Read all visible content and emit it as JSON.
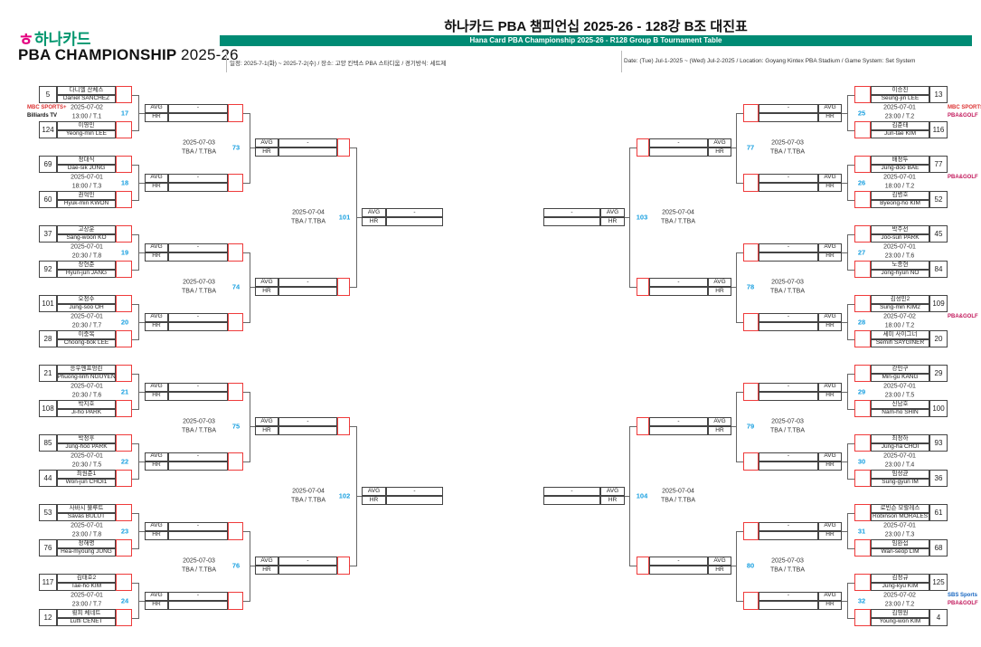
{
  "header": {
    "brand_icon": "ㅎ",
    "brand_name": "하나카드",
    "championship": "PBA CHAMPIONSHIP",
    "championship_year": "2025-26",
    "title_kr": "하나카드 PBA 챔피언십 2025-26 - 128강 B조 대진표",
    "title_en": "Hana Card PBA Championship 2025-26 - R128 Group B Tournament Table",
    "info_kr": "일정: 2025-7-1(화) ~ 2025-7-2(수) / 장소: 고양 킨텍스 PBA 스타디움 / 경기방식: 세트제",
    "info_en": "Date: (Tue) Jul-1-2025 ~ (Wed) Jul-2-2025 / Location: Goyang Kintex PBA Stadium / Game System: Set System",
    "brand_color": "#008b74"
  },
  "labels": {
    "avg": "AVG",
    "hr": "HR",
    "avg_value": "-"
  },
  "colors": {
    "match_number": "#1aa0e0",
    "score_border": "#ee3b3b"
  },
  "sides": [
    {
      "r1": [
        {
          "no": "17",
          "date": "2025-07-02",
          "time": "13:00 / T.1",
          "broadcasters": [
            "MBC SPORTS+",
            "Billiards TV"
          ],
          "players": [
            {
              "seed": "5",
              "name_kr": "다니엘 산체스",
              "name_en": "Daniel SANCHEZ"
            },
            {
              "seed": "124",
              "name_kr": "이영민",
              "name_en": "Yeong-min LEE"
            }
          ]
        },
        {
          "no": "18",
          "date": "2025-07-01",
          "time": "18:00 / T.3",
          "broadcasters": [],
          "players": [
            {
              "seed": "69",
              "name_kr": "정대식",
              "name_en": "Dae-sik JUNG"
            },
            {
              "seed": "60",
              "name_kr": "권혁민",
              "name_en": "Hyuk-min KWON"
            }
          ]
        },
        {
          "no": "19",
          "date": "2025-07-01",
          "time": "20:30 / T.8",
          "broadcasters": [],
          "players": [
            {
              "seed": "37",
              "name_kr": "고상운",
              "name_en": "Sang-woon KO"
            },
            {
              "seed": "92",
              "name_kr": "장현준",
              "name_en": "Hyun-jun JANG"
            }
          ]
        },
        {
          "no": "20",
          "date": "2025-07-01",
          "time": "20:30 / T.7",
          "broadcasters": [],
          "players": [
            {
              "seed": "101",
              "name_kr": "오정수",
              "name_en": "Jung-soo OH"
            },
            {
              "seed": "28",
              "name_kr": "이충복",
              "name_en": "Choong-bok LEE"
            }
          ]
        },
        {
          "no": "21",
          "date": "2025-07-01",
          "time": "20:30 / T.6",
          "broadcasters": [],
          "players": [
            {
              "seed": "21",
              "name_kr": "응우옌프엉린",
              "name_en": "Phuong-linh NGUYEN"
            },
            {
              "seed": "108",
              "name_kr": "박지호",
              "name_en": "Ji-ho PARK"
            }
          ]
        },
        {
          "no": "22",
          "date": "2025-07-01",
          "time": "20:30 / T.5",
          "broadcasters": [],
          "players": [
            {
              "seed": "85",
              "name_kr": "박정후",
              "name_en": "Jung-hoo PARK"
            },
            {
              "seed": "44",
              "name_kr": "최원준1",
              "name_en": "Won-jun CHOI1"
            }
          ]
        },
        {
          "no": "23",
          "date": "2025-07-01",
          "time": "23:00 / T.8",
          "broadcasters": [],
          "players": [
            {
              "seed": "53",
              "name_kr": "사바시 불루트",
              "name_en": "Savas BULUT"
            },
            {
              "seed": "76",
              "name_kr": "정해명",
              "name_en": "Hea-myoung JUNG"
            }
          ]
        },
        {
          "no": "24",
          "date": "2025-07-01",
          "time": "23:00 / T.7",
          "broadcasters": [],
          "players": [
            {
              "seed": "117",
              "name_kr": "김태호2",
              "name_en": "Tae-ho KIM"
            },
            {
              "seed": "12",
              "name_kr": "륏피 체네트",
              "name_en": "Lutfi CENET"
            }
          ]
        }
      ],
      "r2": [
        {
          "no": "73",
          "date": "2025-07-03",
          "time": "TBA / T.TBA"
        },
        {
          "no": "74",
          "date": "2025-07-03",
          "time": "TBA / T.TBA"
        },
        {
          "no": "75",
          "date": "2025-07-03",
          "time": "TBA / T.TBA"
        },
        {
          "no": "76",
          "date": "2025-07-03",
          "time": "TBA / T.TBA"
        }
      ],
      "r3": [
        {
          "no": "101",
          "date": "2025-07-04",
          "time": "TBA / T.TBA"
        },
        {
          "no": "102",
          "date": "2025-07-04",
          "time": "TBA / T.TBA"
        }
      ]
    },
    {
      "r1": [
        {
          "no": "25",
          "date": "2025-07-01",
          "time": "23:00 / T.2",
          "broadcasters": [
            "MBC SPORTS+",
            "PBA&GOLF"
          ],
          "players": [
            {
              "seed": "13",
              "name_kr": "이승진",
              "name_en": "Seung-jin LEE"
            },
            {
              "seed": "116",
              "name_kr": "김준태",
              "name_en": "Jun-tae KIM"
            }
          ]
        },
        {
          "no": "26",
          "date": "2025-07-01",
          "time": "18:00 / T.2",
          "broadcasters": [
            "PBA&GOLF"
          ],
          "players": [
            {
              "seed": "77",
              "name_kr": "배정두",
              "name_en": "Jung-doo BAE"
            },
            {
              "seed": "52",
              "name_kr": "김병호",
              "name_en": "Byeong-ho KIM"
            }
          ]
        },
        {
          "no": "27",
          "date": "2025-07-01",
          "time": "23:00 / T.6",
          "broadcasters": [],
          "players": [
            {
              "seed": "45",
              "name_kr": "박주선",
              "name_en": "Joo-sun PARK"
            },
            {
              "seed": "84",
              "name_kr": "노종현",
              "name_en": "Jong-hyun NO"
            }
          ]
        },
        {
          "no": "28",
          "date": "2025-07-02",
          "time": "18:00 / T.2",
          "broadcasters": [
            "PBA&GOLF"
          ],
          "players": [
            {
              "seed": "109",
              "name_kr": "김성민2",
              "name_en": "Sung-min KIM2"
            },
            {
              "seed": "20",
              "name_kr": "세미 사이그너",
              "name_en": "Semih SAYGINER"
            }
          ]
        },
        {
          "no": "29",
          "date": "2025-07-01",
          "time": "23:00 / T.5",
          "broadcasters": [],
          "players": [
            {
              "seed": "29",
              "name_kr": "강민구",
              "name_en": "Min-gu KANG"
            },
            {
              "seed": "100",
              "name_kr": "신남호",
              "name_en": "Nam-ho SHIN"
            }
          ]
        },
        {
          "no": "30",
          "date": "2025-07-01",
          "time": "23:00 / T.4",
          "broadcasters": [],
          "players": [
            {
              "seed": "93",
              "name_kr": "최정하",
              "name_en": "Jung-ha CHOI"
            },
            {
              "seed": "36",
              "name_kr": "임성균",
              "name_en": "Sung-gyun IM"
            }
          ]
        },
        {
          "no": "31",
          "date": "2025-07-01",
          "time": "23:00 / T.3",
          "broadcasters": [],
          "players": [
            {
              "seed": "61",
              "name_kr": "로빈슨 모랄레스",
              "name_en": "Robinson MORALES"
            },
            {
              "seed": "68",
              "name_kr": "임완섭",
              "name_en": "Wan-seop LIM"
            }
          ]
        },
        {
          "no": "32",
          "date": "2025-07-02",
          "time": "23:00 / T.2",
          "broadcasters": [
            "SBS Sports",
            "PBA&GOLF"
          ],
          "players": [
            {
              "seed": "125",
              "name_kr": "김정규",
              "name_en": "Jung-kyu KIM"
            },
            {
              "seed": "4",
              "name_kr": "김영원",
              "name_en": "Young-won KIM"
            }
          ]
        }
      ],
      "r2": [
        {
          "no": "77",
          "date": "2025-07-03",
          "time": "TBA / T.TBA"
        },
        {
          "no": "78",
          "date": "2025-07-03",
          "time": "TBA / T.TBA"
        },
        {
          "no": "79",
          "date": "2025-07-03",
          "time": "TBA / T.TBA"
        },
        {
          "no": "80",
          "date": "2025-07-03",
          "time": "TBA / T.TBA"
        }
      ],
      "r3": [
        {
          "no": "103",
          "date": "2025-07-04",
          "time": "TBA / T.TBA"
        },
        {
          "no": "104",
          "date": "2025-07-04",
          "time": "TBA / T.TBA"
        }
      ]
    }
  ]
}
